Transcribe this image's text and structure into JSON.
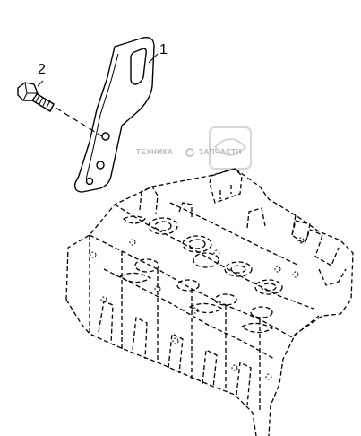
{
  "callouts": [
    {
      "id": "bracket",
      "label": "1"
    },
    {
      "id": "bolt",
      "label": "2"
    }
  ],
  "watermark": {
    "left": "ТЕХНИКА",
    "right": "ЗАПЧАСТИ"
  },
  "colors": {
    "line": "#000000",
    "watermark": "#b5b5b5",
    "background": "#ffffff"
  }
}
